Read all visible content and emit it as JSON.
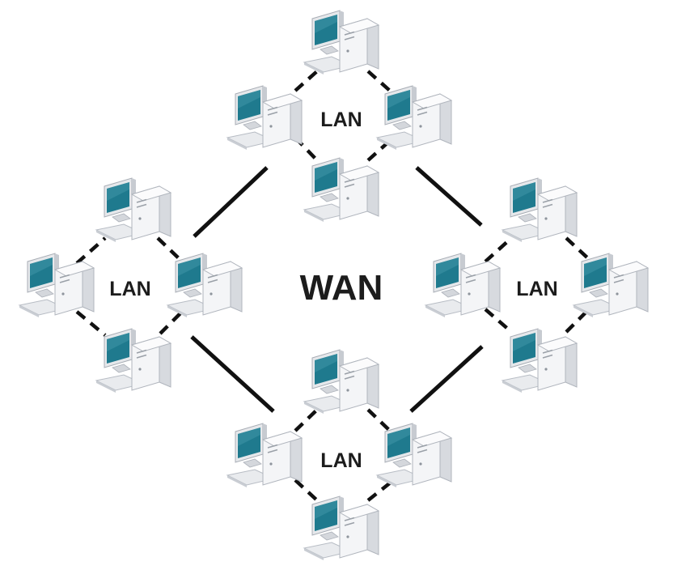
{
  "diagram": {
    "center_label": "WAN",
    "lans": [
      {
        "id": "top",
        "label": "LAN"
      },
      {
        "id": "left",
        "label": "LAN"
      },
      {
        "id": "right",
        "label": "LAN"
      },
      {
        "id": "bottom",
        "label": "LAN"
      }
    ],
    "computers_per_lan": 4,
    "colors": {
      "screen": "#1f7a8e",
      "screen_highlight": "#5fb3c4",
      "case_light": "#f4f5f7",
      "case_side": "#d9dce1",
      "case_dark": "#b9bec6",
      "link": "#111111"
    },
    "icon": "desktop-computer-icon"
  }
}
